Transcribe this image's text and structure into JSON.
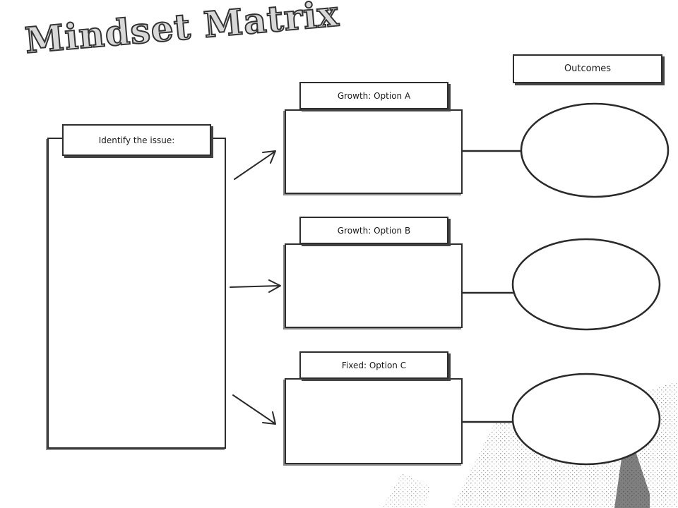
{
  "title": "Mindset Matrix",
  "outcomes_label": "Outcomes",
  "issue_label": "Identify the issue:",
  "options": [
    {
      "label": "Growth: Option A"
    },
    {
      "label": "Growth: Option B"
    },
    {
      "label": "Fixed: Option C"
    }
  ]
}
